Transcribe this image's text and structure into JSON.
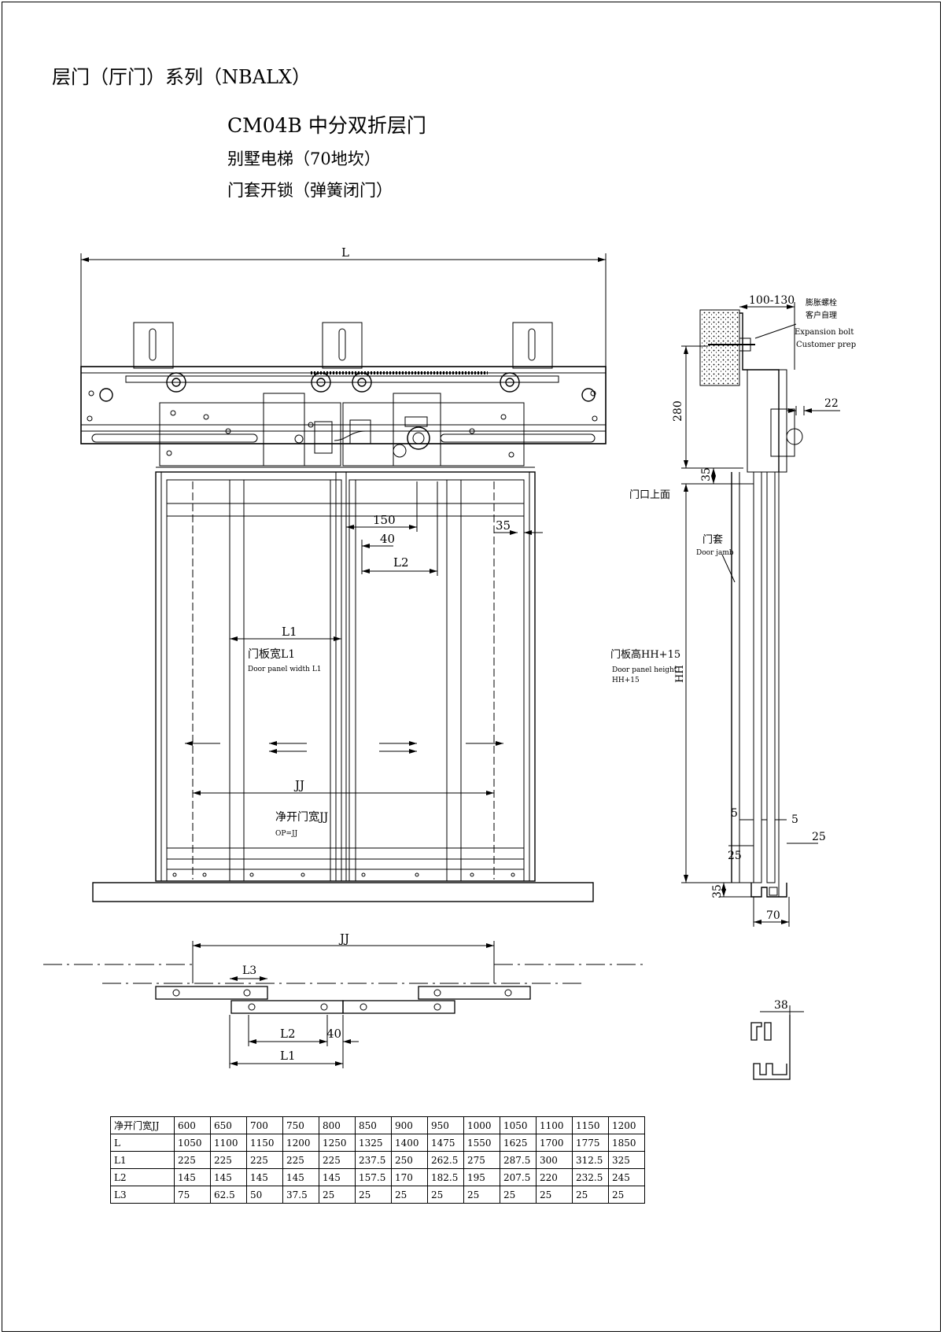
{
  "title": "层门（厅门）系列（NBALX）",
  "subtitle_model": "CM04B 中分双折层门",
  "subtitle_usage": "别墅电梯（70地坎）",
  "subtitle_unlock": "门套开锁（弹簧闭门）",
  "front_view": {
    "dim_L": "L",
    "dim_150": "150",
    "dim_40": "40",
    "dim_L2": "L2",
    "dim_35": "35",
    "dim_L1": "L1",
    "panel_width_cn": "门板宽L1",
    "panel_width_en": "Door panel width L1",
    "dim_JJ": "JJ",
    "clear_opening_cn": "净开门宽JJ",
    "clear_opening_en": "OP=JJ"
  },
  "side_view": {
    "dim_100_130": "100-130",
    "bolt_cn_1": "膨胀螺栓",
    "bolt_cn_2": "客户自理",
    "bolt_en_1": "Expansion bolt",
    "bolt_en_2": "Customer prep",
    "dim_22": "22",
    "dim_280": "280",
    "dim_35_top": "35",
    "door_top_cn": "门口上面",
    "jamb_cn": "门套",
    "jamb_en": "Door jamb",
    "panel_height_cn": "门板高HH+15",
    "panel_height_en_1": "Door panel height",
    "panel_height_en_2": "HH+15",
    "dim_HH": "HH",
    "dim_5_left": "5",
    "dim_5_right": "5",
    "dim_25_right": "25",
    "dim_25_left": "25",
    "dim_35_bottom": "35",
    "dim_70": "70"
  },
  "plan_view": {
    "dim_JJ": "JJ",
    "dim_L3": "L3",
    "dim_L2": "L2",
    "dim_40": "40",
    "dim_L1": "L1"
  },
  "sill_detail": {
    "dim_38": "38"
  },
  "table": {
    "rows": [
      {
        "label": "净开门宽JJ",
        "values": [
          "600",
          "650",
          "700",
          "750",
          "800",
          "850",
          "900",
          "950",
          "1000",
          "1050",
          "1100",
          "1150",
          "1200"
        ]
      },
      {
        "label": "L",
        "values": [
          "1050",
          "1100",
          "1150",
          "1200",
          "1250",
          "1325",
          "1400",
          "1475",
          "1550",
          "1625",
          "1700",
          "1775",
          "1850"
        ]
      },
      {
        "label": "L1",
        "values": [
          "225",
          "225",
          "225",
          "225",
          "225",
          "237.5",
          "250",
          "262.5",
          "275",
          "287.5",
          "300",
          "312.5",
          "325"
        ]
      },
      {
        "label": "L2",
        "values": [
          "145",
          "145",
          "145",
          "145",
          "145",
          "157.5",
          "170",
          "182.5",
          "195",
          "207.5",
          "220",
          "232.5",
          "245"
        ]
      },
      {
        "label": "L3",
        "values": [
          "75",
          "62.5",
          "50",
          "37.5",
          "25",
          "25",
          "25",
          "25",
          "25",
          "25",
          "25",
          "25",
          "25"
        ]
      }
    ]
  }
}
